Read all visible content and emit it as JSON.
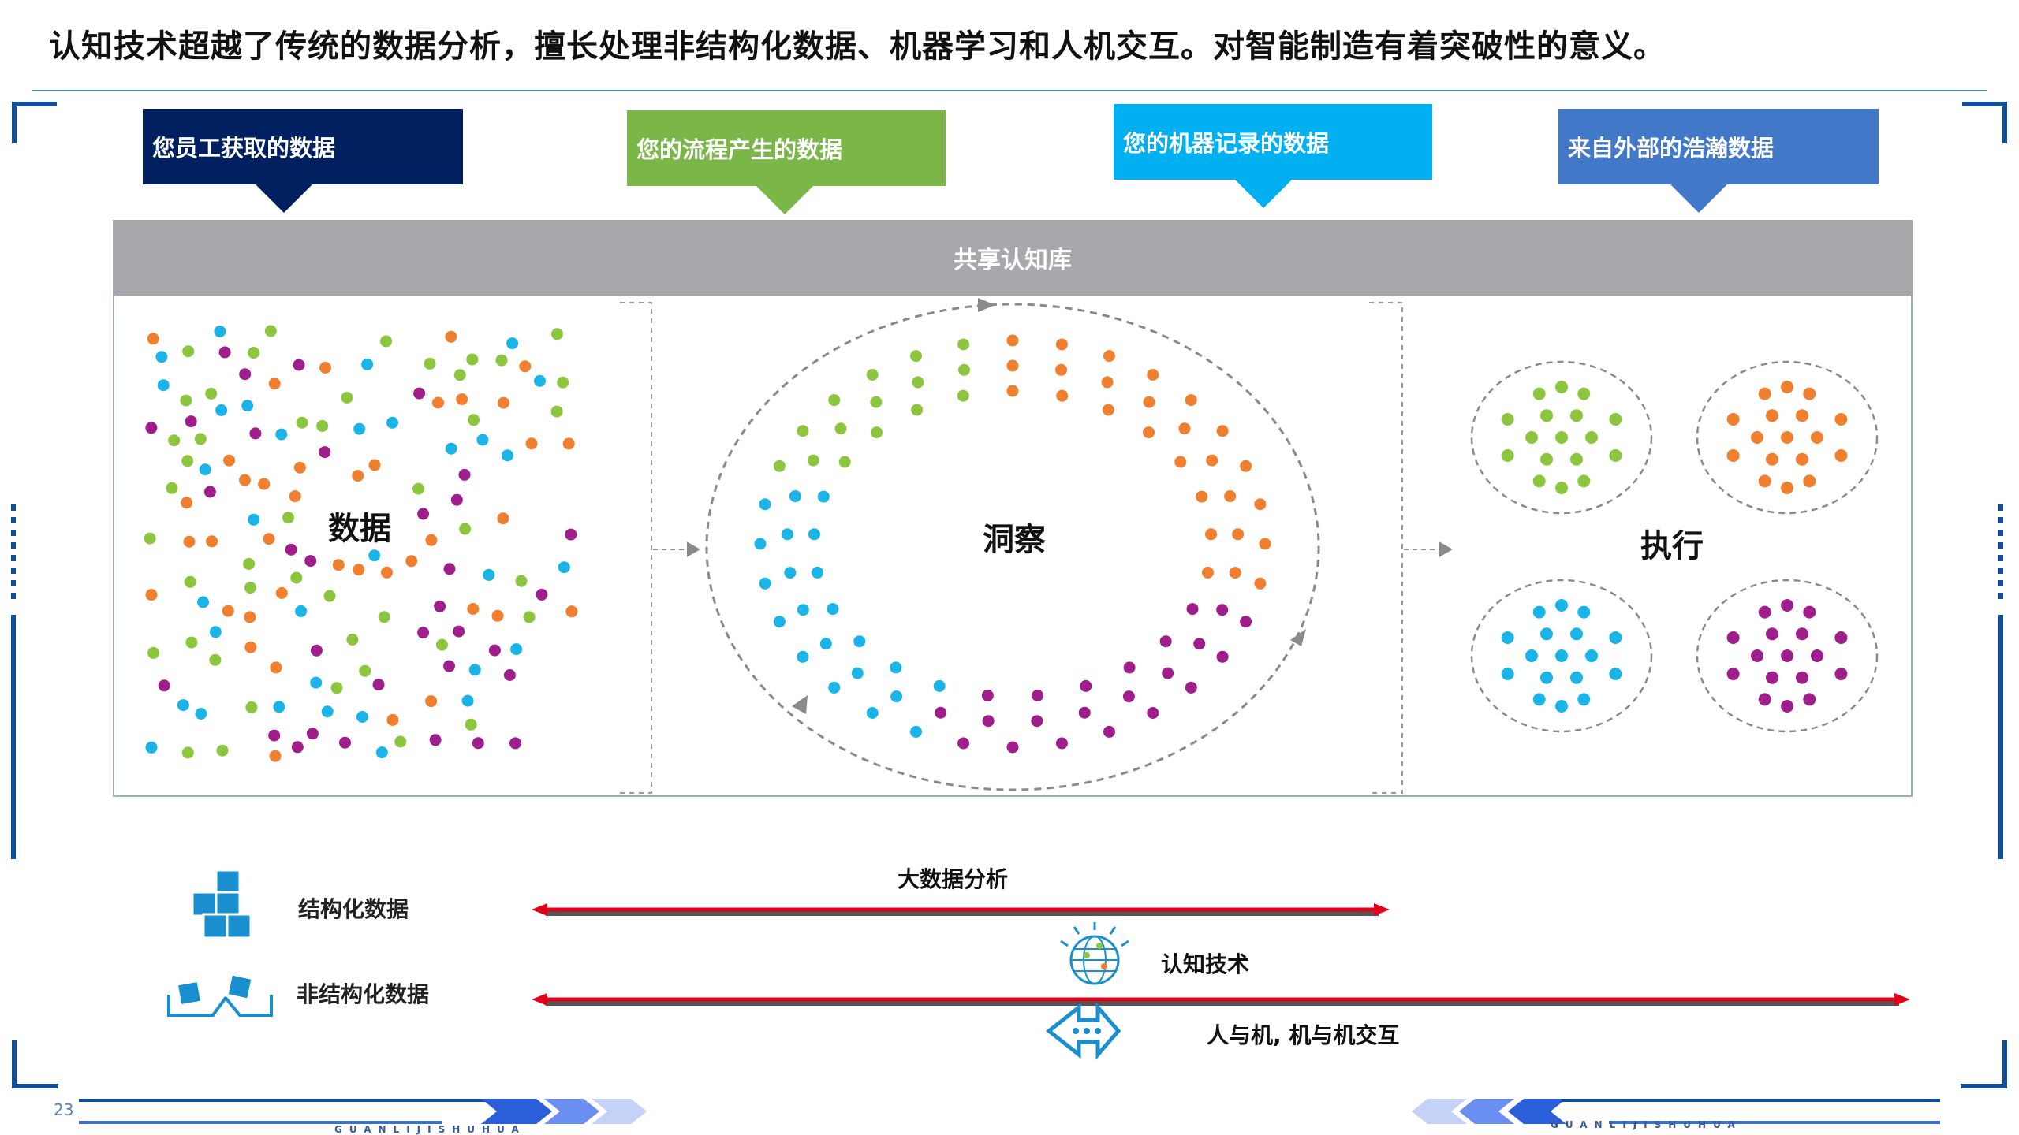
{
  "page": {
    "title": "认知技术超越了传统的数据分析，擅长处理非结构化数据、机器学习和人机交互。对智能制造有着突破性的意义。",
    "page_number": "23",
    "footer_tag": "GUANLIJISHUHUA"
  },
  "sources": [
    {
      "label": "您员工获取的数据",
      "color": "#002060"
    },
    {
      "label": "您的流程产生的数据",
      "color": "#7ab648"
    },
    {
      "label": "您的机器记录的数据",
      "color": "#00b0f0"
    },
    {
      "label": "来自外部的浩瀚数据",
      "color": "#4178c8"
    }
  ],
  "library": {
    "header": "共享认知库",
    "stages": {
      "data": "数据",
      "insight": "洞察",
      "action": "执行"
    }
  },
  "legend": {
    "structured": "结构化数据",
    "unstructured": "非结构化数据"
  },
  "arrows": {
    "big_data": "大数据分析",
    "cognitive": "认知技术",
    "hmi": "人与机, 机与机交互"
  },
  "colors": {
    "dot_orange": "#f07f30",
    "dot_green": "#8cc63f",
    "dot_blue": "#1ab4e8",
    "dot_purple": "#a01e8c",
    "arrow_red": "#e3001b",
    "icon_blue": "#1a8fd0",
    "frame_blue": "#0e4fa0"
  }
}
